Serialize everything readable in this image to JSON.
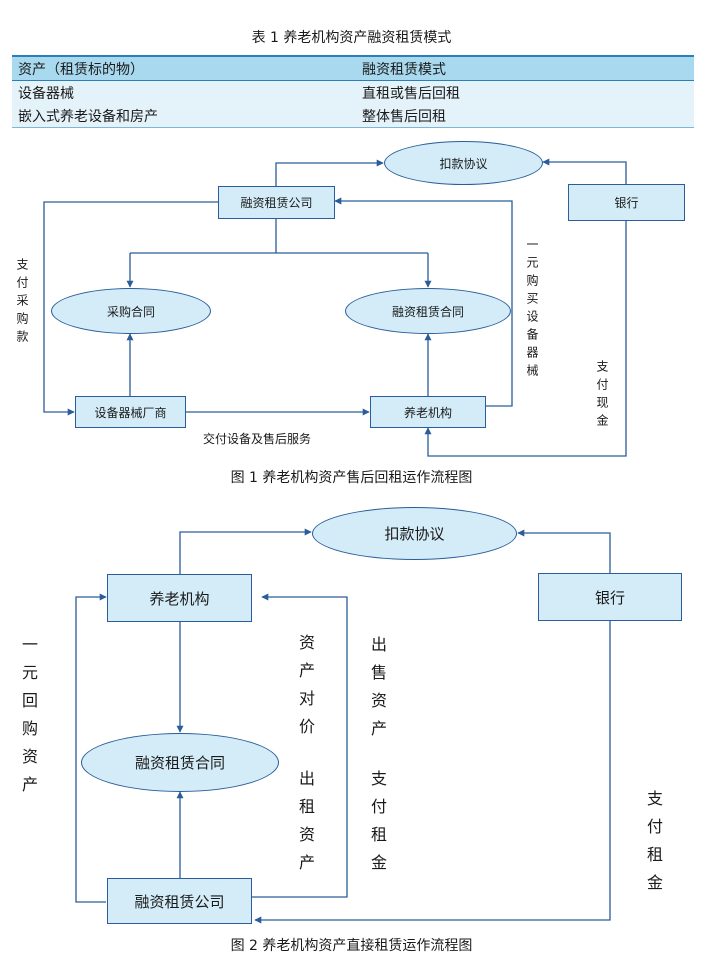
{
  "table": {
    "caption": "表 1  养老机构资产融资租赁模式",
    "headers": [
      "资产（租赁标的物）",
      "融资租赁模式"
    ],
    "rows": [
      [
        "设备器械",
        "直租或售后回租"
      ],
      [
        "嵌入式养老设备和房产",
        "整体售后回租"
      ]
    ]
  },
  "figure1": {
    "caption": "图 1  养老机构资产售后回租运作流程图",
    "nodes": {
      "deduction": "扣款协议",
      "leasing_company": "融资租赁公司",
      "bank": "银行",
      "purchase_contract": "采购合同",
      "lease_contract": "融资租赁合同",
      "supplier": "设备器械厂商",
      "institution": "养老机构"
    },
    "labels": {
      "pay_purchase": "支付采购款",
      "buy_equipment": "一元购买设备器械",
      "pay_cash": "支付现金",
      "deliver": "交付设备及售后服务"
    }
  },
  "figure2": {
    "caption": "图 2  养老机构资产直接租赁运作流程图",
    "nodes": {
      "deduction": "扣款协议",
      "institution": "养老机构",
      "bank": "银行",
      "lease_contract": "融资租赁合同",
      "leasing_company": "融资租赁公司"
    },
    "labels": {
      "buyback": "一元回购资产",
      "asset_consideration": "资产对价",
      "lease_assets": "出租资产",
      "sell_assets": "出售资产",
      "pay_rent_left": "支付租金",
      "pay_rent_right": "支付租金"
    }
  },
  "colors": {
    "node_fill": "#d3ecf8",
    "node_border": "#2a5d99",
    "arrow": "#2a5d99",
    "table_header": "#a9d9ef",
    "table_row": "#e4f2f9"
  }
}
